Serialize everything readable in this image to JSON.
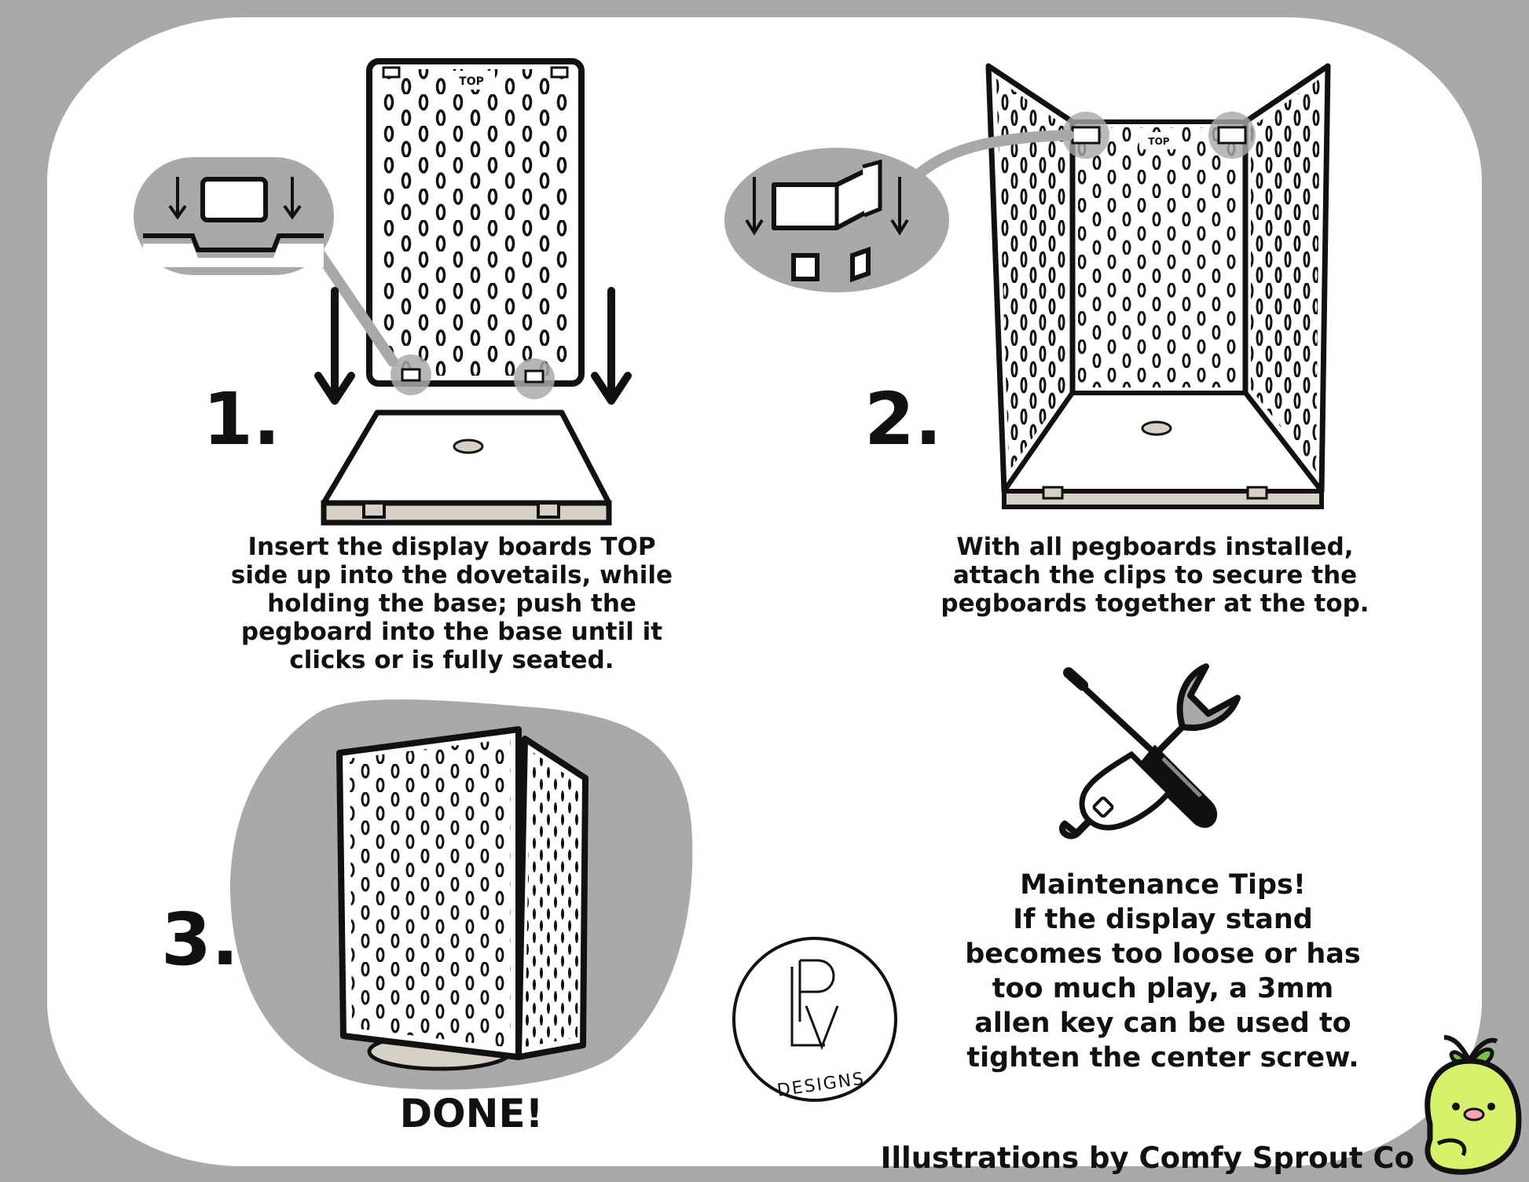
{
  "steps": [
    {
      "number": "1.",
      "caption": "Insert the display boards TOP\nside up into the dovetails, while\nholding the base; push the\npegboard into the base until it\nclicks or is fully seated."
    },
    {
      "number": "2.",
      "caption": "With all pegboards installed,\nattach the clips to secure the\npegboards together at the top."
    },
    {
      "number": "3.",
      "caption": "DONE!"
    }
  ],
  "board_label": "TOP",
  "maintenance": {
    "text": "Maintenance Tips!\nIf the display stand\nbecomes too loose or has\ntoo much play, a 3mm\nallen key can be used to\ntighten the center screw.",
    "icon": "screwdriver-wrench-icon"
  },
  "logo": {
    "letters": "LPV",
    "subtitle": "DESIGNS"
  },
  "credit": "Illustrations by Comfy Sprout Co",
  "mascot": "sprout-mascot-icon",
  "colors": {
    "background": "#a9a9a9",
    "card": "#ffffff",
    "ink": "#111111",
    "base_fill": "#d6d0c6",
    "highlight_gray": "#a9a9a9",
    "mascot_green": "#d7f26a",
    "sprout_green": "#7dbf4a"
  }
}
